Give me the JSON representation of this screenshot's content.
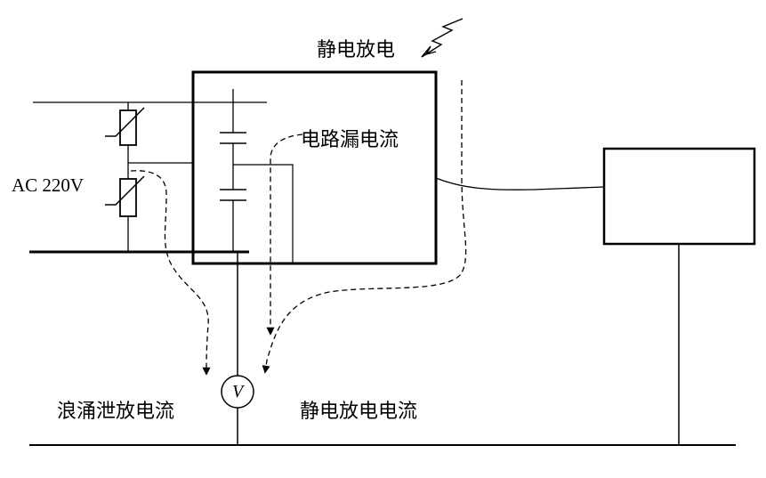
{
  "labels": {
    "esd": "静电放电",
    "leak_current": "电路漏电流",
    "ac_source": "AC 220V",
    "surge_current": "浪涌泄放电流",
    "esd_current": "静电放电电流",
    "meter": "V"
  },
  "icons": {
    "lightning": "lightning-bolt-icon",
    "varistor": "varistor-icon",
    "capacitor": "capacitor-icon"
  },
  "colors": {
    "ink": "#000000",
    "background": "#ffffff"
  }
}
